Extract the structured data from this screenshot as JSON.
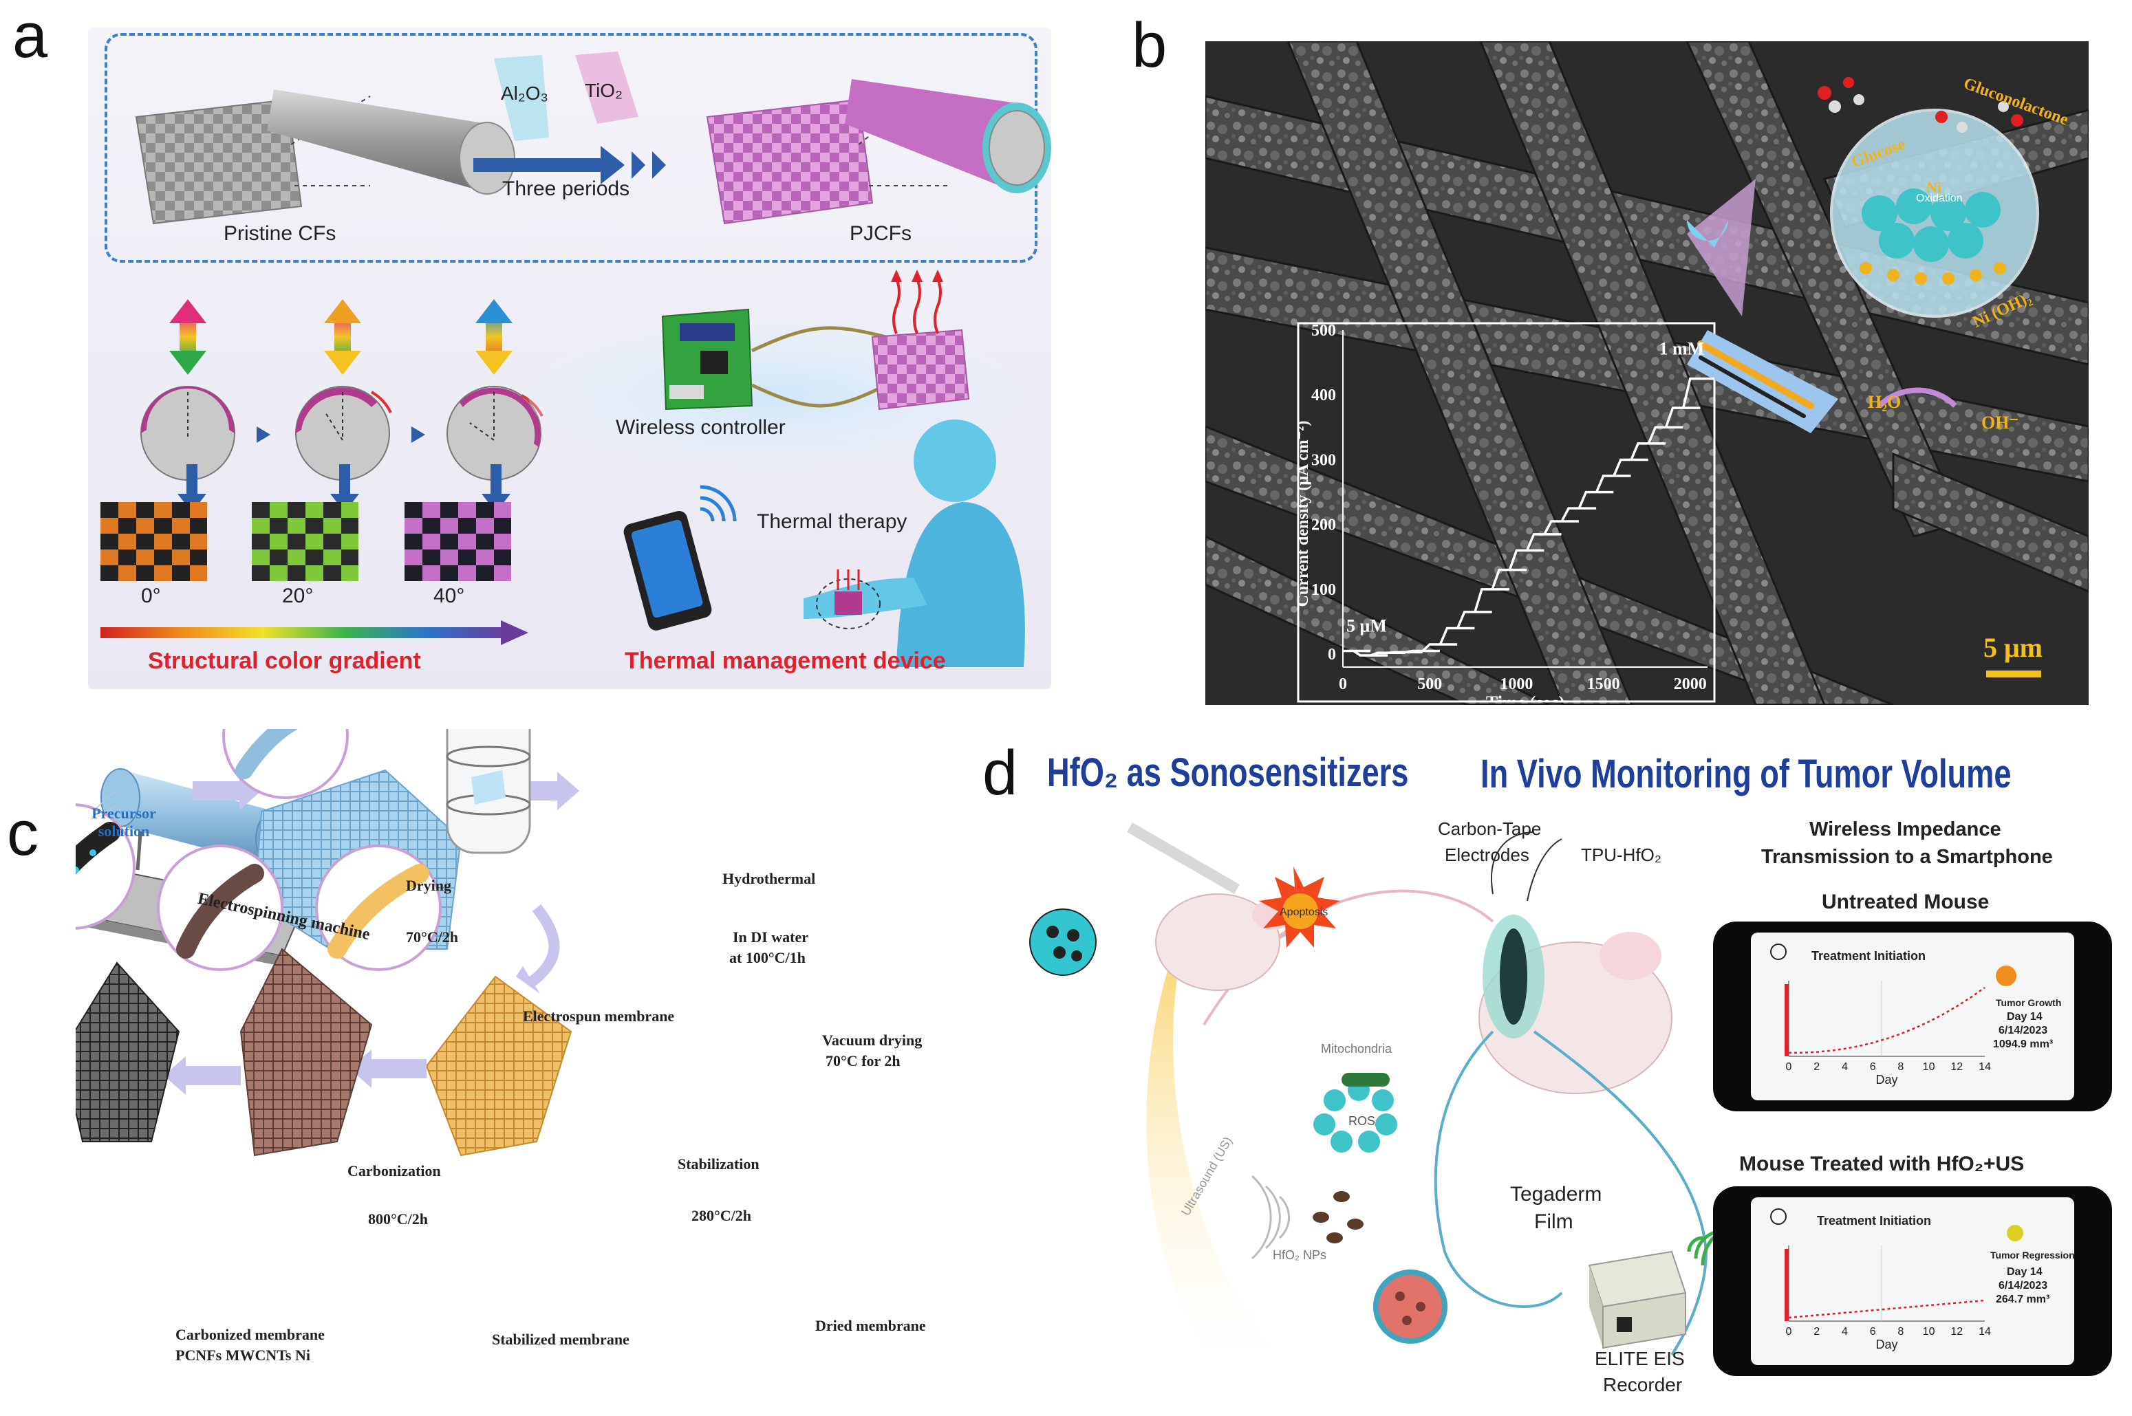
{
  "panel_labels": {
    "a": "a",
    "b": "b",
    "c": "c",
    "d": "d"
  },
  "panel_a": {
    "al2o3": "Al₂O₃",
    "tio2": "TiO₂",
    "three_periods": "Three periods",
    "pristine": "Pristine CFs",
    "pjcfs": "PJCFs",
    "angle_0": "0°",
    "angle_20": "20°",
    "angle_40": "40°",
    "wireless_controller": "Wireless controller",
    "thermal_therapy": "Thermal therapy",
    "gradient_title": "Structural color gradient",
    "device_title": "Thermal management device"
  },
  "panel_b": {
    "glucose": "Glucose",
    "gluconolactone": "Gluconolactone",
    "ni": "Ni",
    "oxidation": "Oxidation",
    "nioh2": "Ni (OH)₂",
    "h2o": "H₂O",
    "oh": "OH⁻",
    "scale": "5 μm",
    "label_5um": "5 μM",
    "label_1mm": "1 mM",
    "ylabel": "Current density (μA cm⁻²)",
    "xlabel": "Time (sec)"
  },
  "chart_data": {
    "type": "line",
    "xlabel": "Time (sec)",
    "ylabel": "Current density (μA cm⁻²)",
    "xlim": [
      0,
      2100
    ],
    "ylim": [
      -20,
      500
    ],
    "xticks": [
      "0",
      "500",
      "1000",
      "1500",
      "2000"
    ],
    "yticks": [
      "0",
      "100",
      "200",
      "300",
      "400",
      "500"
    ],
    "annotations": [
      "5 μM",
      "1 mM"
    ],
    "steps": {
      "x": [
        0,
        100,
        200,
        300,
        400,
        500,
        600,
        700,
        800,
        900,
        1000,
        1100,
        1200,
        1300,
        1400,
        1500,
        1600,
        1700,
        1800,
        1900,
        2000
      ],
      "y": [
        5,
        -2,
        2,
        3,
        5,
        15,
        40,
        65,
        100,
        130,
        160,
        185,
        205,
        225,
        250,
        275,
        300,
        325,
        350,
        380,
        425
      ]
    }
  },
  "panel_c": {
    "precursor": "Precursor solution",
    "machine": "Electrospinning machine",
    "drying": "Drying",
    "drying_temp": "70°C/2h",
    "hydrothermal": "Hydrothermal",
    "hydro_cond1": "In DI water",
    "hydro_cond2": "at 100°C/1h",
    "electrospun": "Electrospun membrane",
    "vacuum1": "Vacuum drying",
    "vacuum2": "70°C for 2h",
    "stabilization": "Stabilization",
    "stab_temp": "280°C/2h",
    "carbonization": "Carbonization",
    "carb_temp": "800°C/2h",
    "carbonized1": "Carbonized membrane",
    "carbonized2": "PCNFs MWCNTs Ni",
    "stabilized": "Stabilized membrane",
    "dried": "Dried membrane"
  },
  "panel_d": {
    "title_left": "HfO₂ as Sonosensitizers",
    "title_right": "In Vivo Monitoring of Tumor Volume",
    "apoptosis": "Apoptosis",
    "mitochondria": "Mitochondria",
    "ros": "ROS",
    "ultrasound": "Ultrasound (US)",
    "hfo2_nps": "HfO₂ NPs",
    "carbon_tape1": "Carbon-Tape",
    "carbon_tape2": "Electrodes",
    "tpu": "TPU-HfO₂",
    "tegaderm1": "Tegaderm",
    "tegaderm2": "Film",
    "elite1": "ELITE EIS",
    "elite2": "Recorder",
    "wireless1": "Wireless Impedance",
    "wireless2": "Transmission to a Smartphone",
    "untreated": "Untreated Mouse",
    "treated": "Mouse Treated with HfO₂+US",
    "treatment_initiation": "Treatment Initiation",
    "tumor_growth": "Tumor Growth",
    "tumor_regression": "Tumor Regression",
    "day14": "Day 14",
    "date": "6/14/2023",
    "vol1": "1094.9 mm³",
    "vol2": "264.7 mm³",
    "day_axis": "Day",
    "day_ticks": [
      "0",
      "2",
      "4",
      "6",
      "8",
      "10",
      "12",
      "14"
    ]
  },
  "colors": {
    "blue_title": "#1e3e9a",
    "red_title": "#e0202a",
    "panel_a_bg": "#eceaf4",
    "plum": "#c780c4"
  }
}
